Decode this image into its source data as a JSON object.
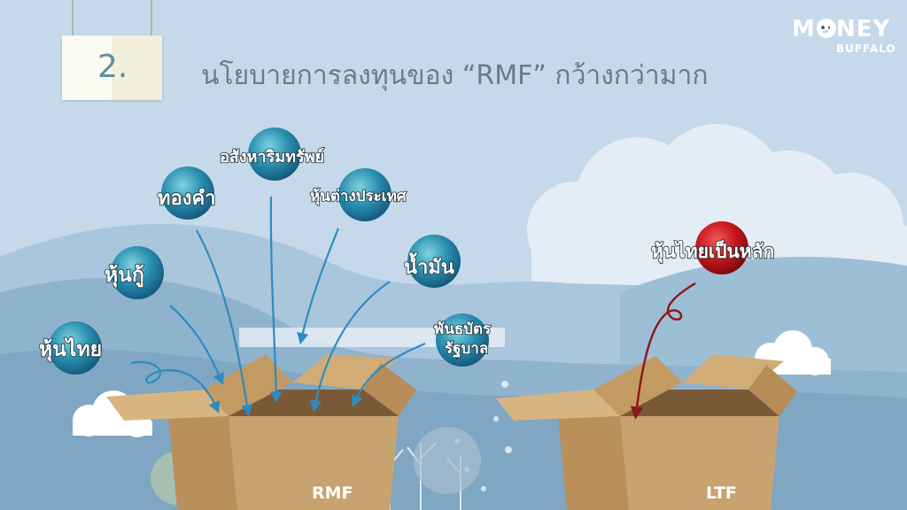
{
  "logo": {
    "word": "MONEY",
    "sub": "BUFFALO"
  },
  "title": {
    "number": "2.",
    "text": "นโยบายการลงทุนของ “RMF” กว้างกว่ามาก"
  },
  "rmf_items": [
    {
      "label": "หุ้นไทย"
    },
    {
      "label": "หุ้นกู้"
    },
    {
      "label": "ทองคำ"
    },
    {
      "label": "อสังหาริมทรัพย์"
    },
    {
      "label": "หุ้นต่างประเทศ"
    },
    {
      "label": "น้ำมัน"
    },
    {
      "label": "พันธบัตร"
    },
    {
      "label": "รัฐบาล"
    }
  ],
  "ltf_item": {
    "label": "หุ้นไทยเป็นหลัก"
  },
  "boxes": {
    "rmf": "RMF",
    "ltf": "LTF"
  },
  "colors": {
    "sky": "#c5d9ea",
    "bubble_blue": "#2a8fb0",
    "bubble_red": "#c8161d",
    "box": "#c9a36f",
    "arrow_blue": "#2c8cc2",
    "arrow_red": "#8f1417"
  }
}
